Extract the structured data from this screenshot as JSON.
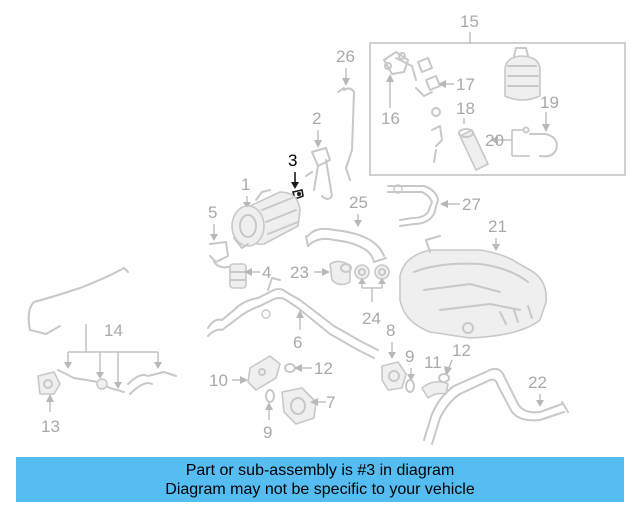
{
  "callouts": {
    "c1": "1",
    "c2": "2",
    "c3": "3",
    "c4": "4",
    "c5": "5",
    "c6": "6",
    "c7": "7",
    "c8": "8",
    "c9a": "9",
    "c9b": "9",
    "c10": "10",
    "c11": "11",
    "c12a": "12",
    "c12b": "12",
    "c13": "13",
    "c14": "14",
    "c15": "15",
    "c16": "16",
    "c17": "17",
    "c18": "18",
    "c19": "19",
    "c20": "20",
    "c21": "21",
    "c22": "22",
    "c23": "23",
    "c24": "24",
    "c25": "25",
    "c26": "26",
    "c27": "27"
  },
  "highlighted_part": "3",
  "colors": {
    "banner": "#55bdf2",
    "highlight": "#000000",
    "parts": "#c8c8c8"
  },
  "banner": {
    "line1": "Part or sub-assembly is #3 in diagram",
    "line2": "Diagram may not be specific to your vehicle"
  }
}
